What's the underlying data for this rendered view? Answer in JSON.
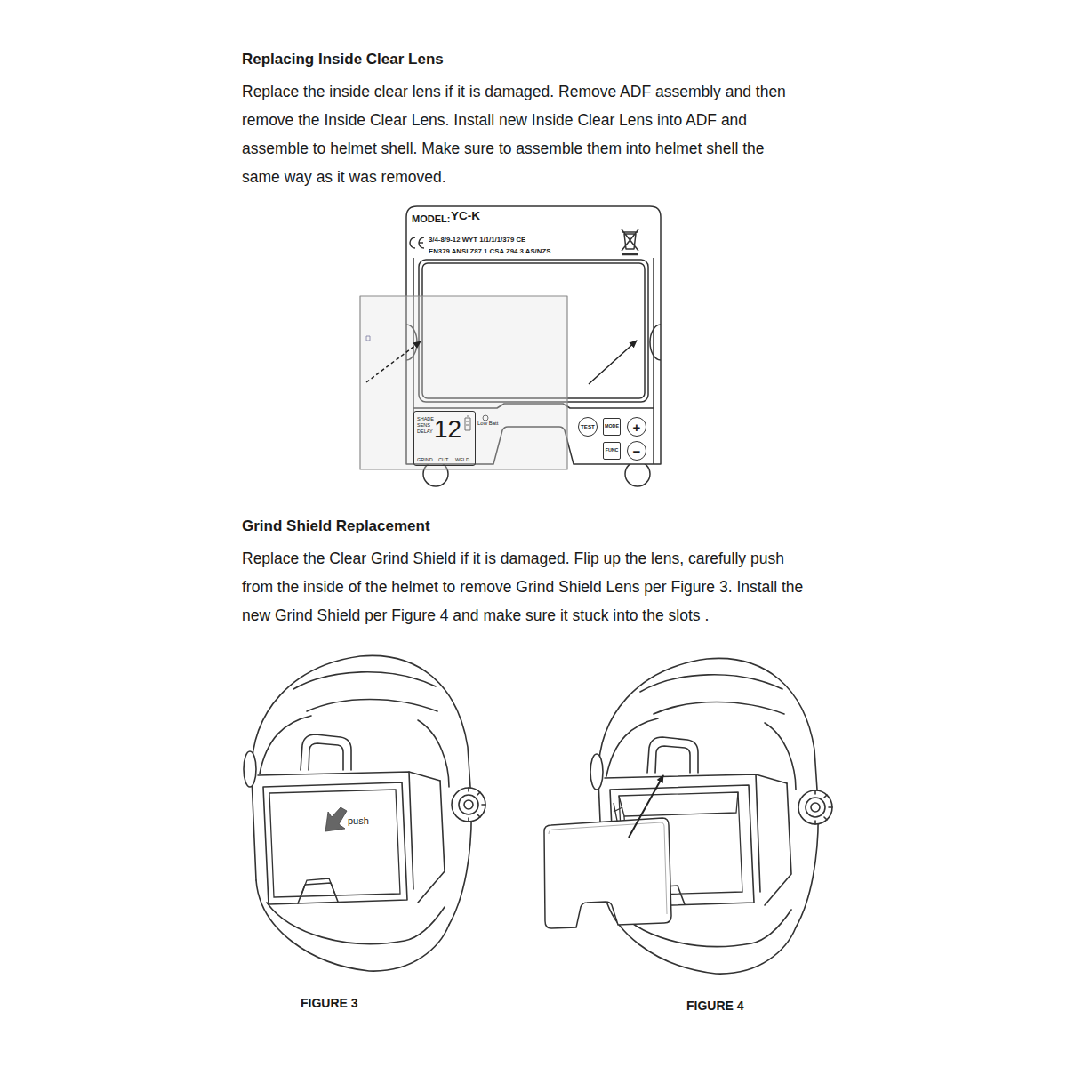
{
  "diagram": {
    "nodes": [
      {
        "text": [
          "MODEL:",
          "YC-K",
          "3/4-8/9-12 WYT 1/1/1/1/379 CE",
          "EN379 ANSI Z87.1 CSA Z94.3 AS/NZS"
        ]
      },
      {
        "text": [
          "SHADE",
          "SENS",
          "DELAY",
          "12",
          "GRIND",
          "CUT",
          "WELD"
        ],
        "in": 0
      },
      {
        "text": [
          "TEST"
        ],
        "in": 0
      },
      {
        "text": [
          "MODE"
        ],
        "in": 0
      },
      {
        "text": [
          "+"
        ],
        "in": 0
      },
      {
        "text": [
          "FUNC"
        ],
        "in": 0
      },
      {
        "text": [
          "−"
        ],
        "in": 0
      }
    ],
    "labels": [
      "Replacing Inside Clear Lens",
      "Replace the inside clear lens if it is damaged. Remove ADF assembly and then remove the Inside Clear Lens. Install new Inside Clear Lens into ADF and assemble to helmet shell. Make sure to assemble them into helmet shell the same way as it was removed.",
      "Low Batt",
      "Grind Shield Replacement",
      "Replace the Clear Grind Shield if it is damaged. Flip up the lens, carefully push from the inside of the helmet to remove Grind Shield Lens per Figure 3. Install the new Grind Shield per Figure 4 and make sure it stuck into the slots .",
      "push",
      "FIGURE 3",
      "FIGURE 4"
    ]
  }
}
